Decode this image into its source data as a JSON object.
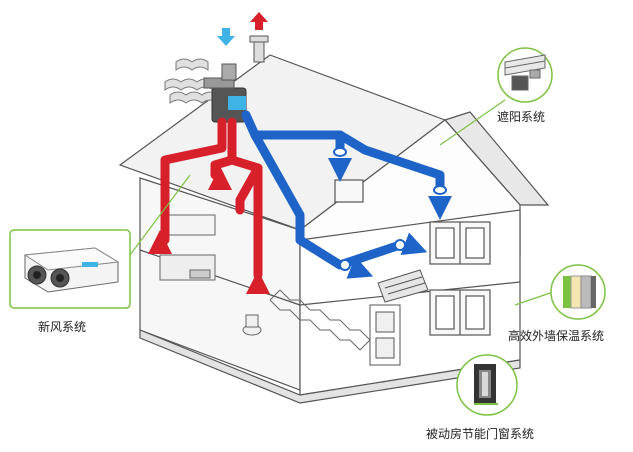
{
  "labels": {
    "fresh_air": "新风系统",
    "sunshade": "遮阳系统",
    "insulation": "高效外墙保温系统",
    "windows": "被动房节能门窗系统"
  },
  "colors": {
    "warm_duct": "#d8202a",
    "cool_duct": "#1e64c8",
    "accent_green": "#7cc243",
    "arrow_cyan": "#3fb3e6",
    "outline": "#555555"
  },
  "icons": {
    "fresh_air_unit": "ventilation-unit-icon",
    "sunshade": "blind-icon",
    "insulation": "wall-layers-icon",
    "windows": "window-frame-icon"
  }
}
